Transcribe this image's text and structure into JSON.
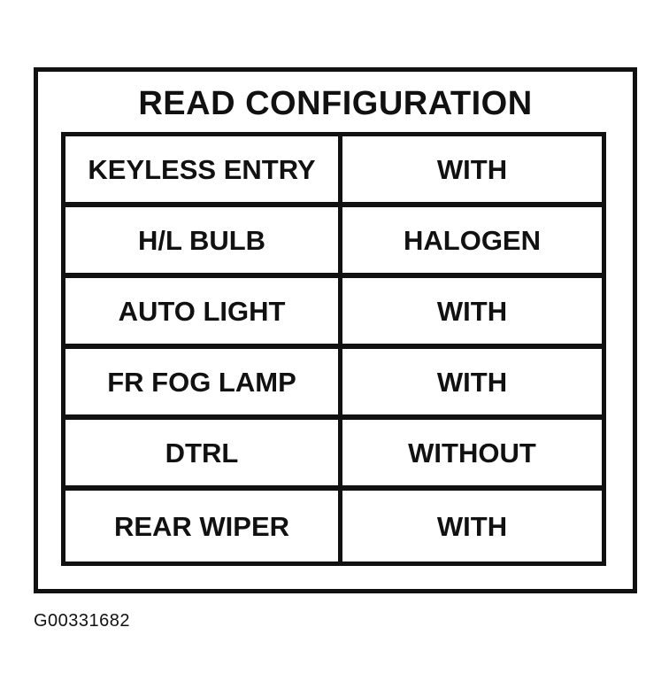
{
  "title": "READ CONFIGURATION",
  "rows": [
    {
      "item": "KEYLESS ENTRY",
      "value": "WITH"
    },
    {
      "item": "H/L BULB",
      "value": "HALOGEN"
    },
    {
      "item": "AUTO LIGHT",
      "value": "WITH"
    },
    {
      "item": "FR FOG LAMP",
      "value": "WITH"
    },
    {
      "item": "DTRL",
      "value": "WITHOUT"
    },
    {
      "item": "REAR WIPER",
      "value": "WITH"
    }
  ],
  "figure_id": "G00331682"
}
